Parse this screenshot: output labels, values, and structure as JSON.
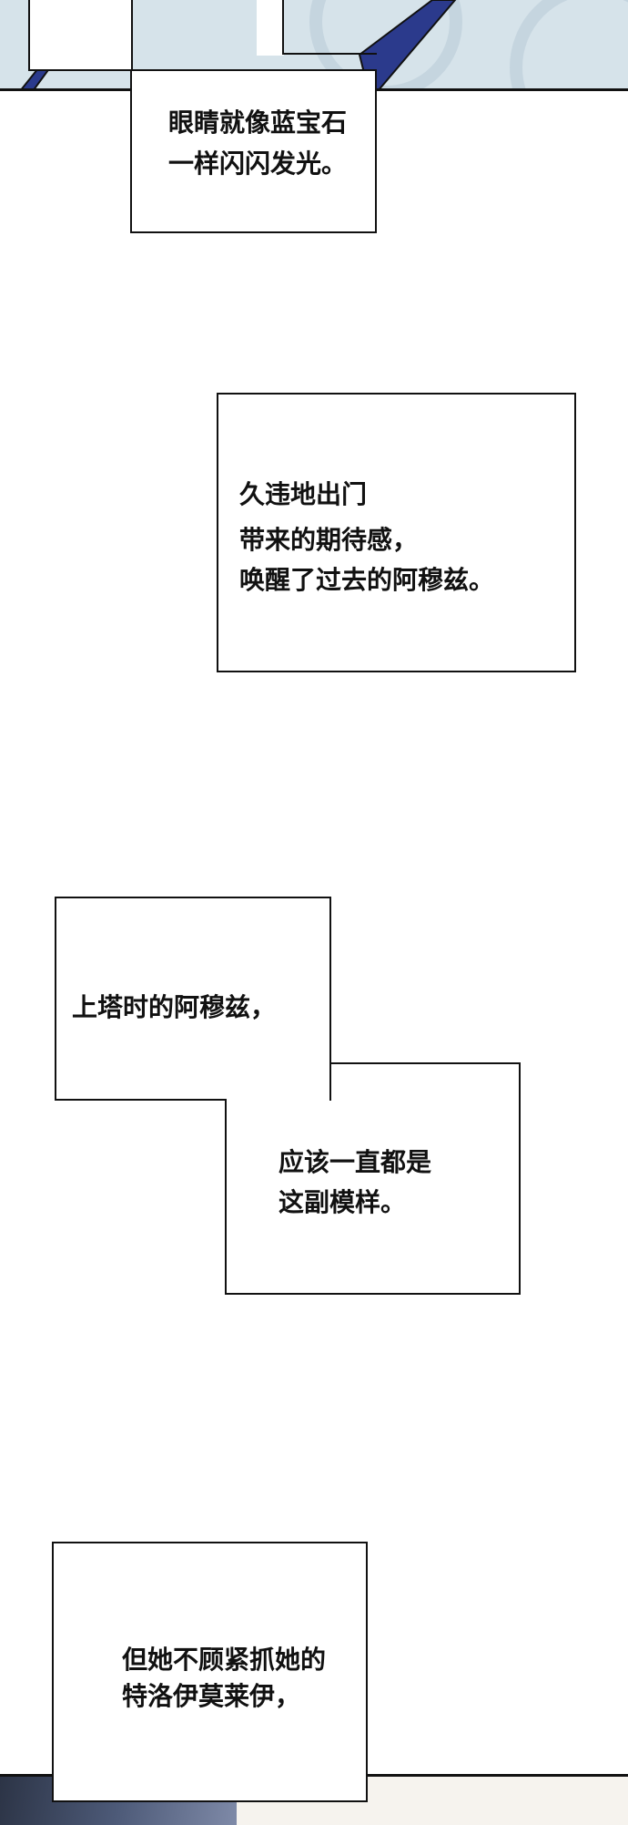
{
  "captions": [
    {
      "lines": [
        "眼睛就像蓝宝石",
        "一样闪闪发光。"
      ]
    },
    {
      "lines": [
        "久违地出门",
        "带来的期待感，",
        "唤醒了过去的阿穆兹。"
      ]
    },
    {
      "lines": [
        "上塔时的阿穆兹，"
      ]
    },
    {
      "lines": [
        "应该一直都是",
        "这副模样。"
      ]
    },
    {
      "lines": [
        "但她不顾紧抓她的",
        "特洛伊莫莱伊，"
      ]
    }
  ],
  "colors": {
    "panel_bg": "#d6e3ea",
    "ribbon": "#2b3a8c",
    "border": "#111111"
  }
}
